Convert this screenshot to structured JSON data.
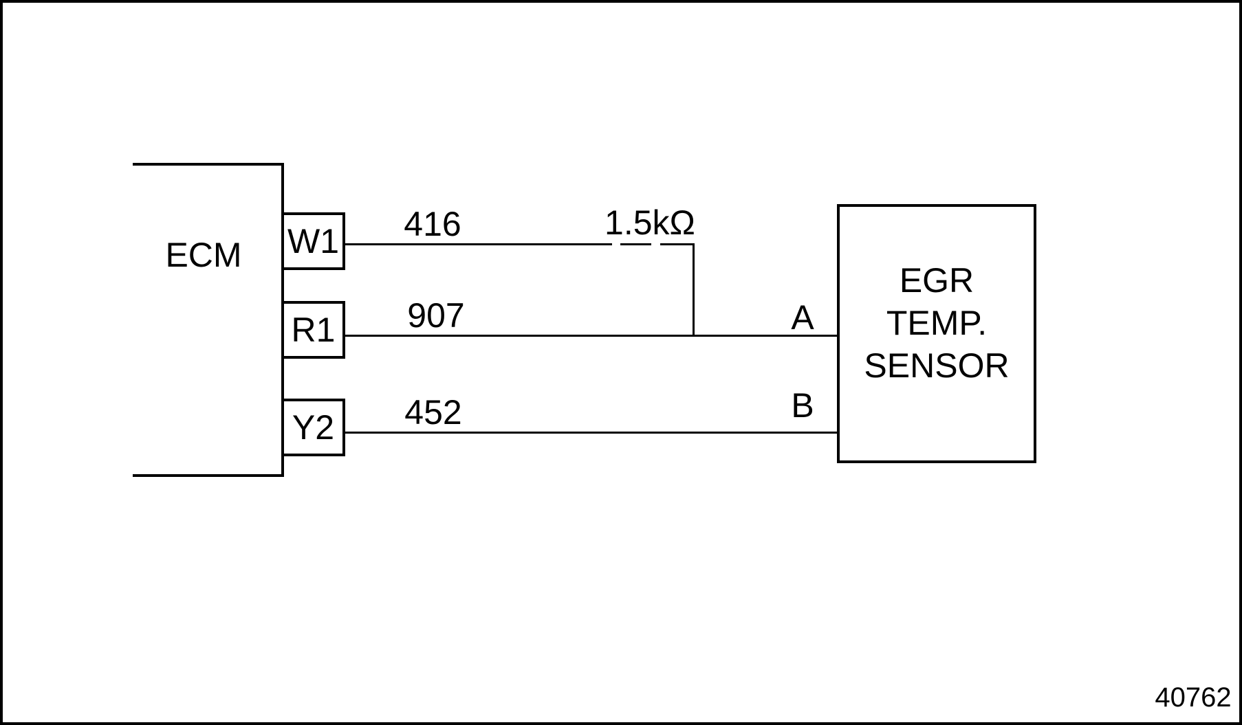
{
  "figure_number": "40762",
  "ecm": {
    "label": "ECM",
    "pins": [
      {
        "id": "W1",
        "circuit": "416"
      },
      {
        "id": "R1",
        "circuit": "907"
      },
      {
        "id": "Y2",
        "circuit": "452"
      }
    ]
  },
  "resistor": {
    "value": "1.5kΩ"
  },
  "sensor": {
    "name_lines": [
      "EGR",
      "TEMP.",
      "SENSOR"
    ],
    "pins": [
      "A",
      "B"
    ]
  },
  "wires": [
    {
      "circuit": "416",
      "from": "W1",
      "to": "resistor 1.5kΩ junction on 907 line",
      "style": "solid then dashed"
    },
    {
      "circuit": "907",
      "from": "R1",
      "to": "A",
      "style": "solid"
    },
    {
      "circuit": "452",
      "from": "Y2",
      "to": "B",
      "style": "solid"
    }
  ],
  "colors": {
    "line": "#000000",
    "background": "#ffffff"
  }
}
